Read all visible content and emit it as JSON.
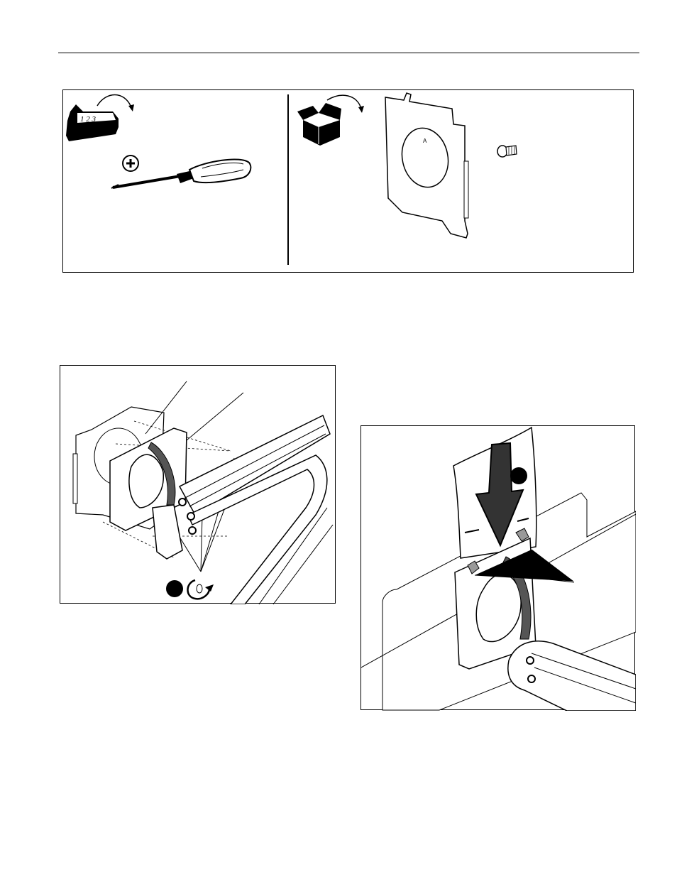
{
  "page": {
    "colors": {
      "ink": "#000000",
      "paper": "#ffffff",
      "fill_gray": "#555555",
      "light_gray": "#cccccc"
    }
  },
  "tools_panel": {
    "tools_needed_icon": "toolbox-icon",
    "toolbox_lettering": "1 2 3",
    "tool": "phillips-screwdriver-icon",
    "parts_included_icon": "open-box-icon",
    "parts": [
      "adapter-plate",
      "screw"
    ],
    "plate_label": "A"
  },
  "figure_1": {
    "illustration": "monitor-arm-attach-plate",
    "step_marker": "filled-circle",
    "tighten_icon": "clockwise-screw-icon"
  },
  "figure_2": {
    "illustration": "hang-monitor-on-arm",
    "step_marker": "filled-circle",
    "direction_icon": "down-arrow-icon"
  }
}
